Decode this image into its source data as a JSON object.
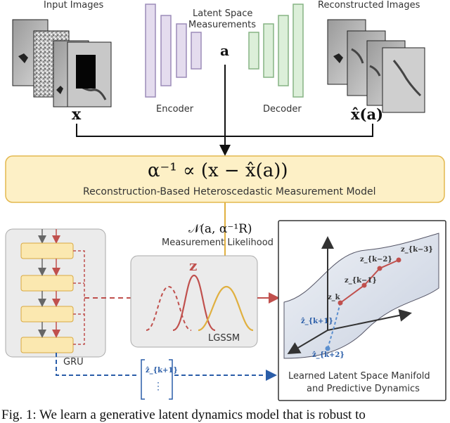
{
  "labels": {
    "input_images": "Input Images",
    "latent_space": "Latent Space",
    "measurements": "Measurements",
    "reconstructed_images": "Reconstructed Images",
    "encoder": "Encoder",
    "decoder": "Decoder",
    "var_x": "x",
    "var_a": "a",
    "var_xhat": "x̂(a)",
    "model_formula": "α⁻¹ ∝ (x − x̂(a))",
    "model_name": "Reconstruction-Based Heteroscedastic Measurement Model",
    "likelihood_formula": "𝒩(a, α⁻¹R)",
    "likelihood_label": "Measurement Likelihood",
    "z_label": "z",
    "lgssm": "LGSSM",
    "gru": "GRU",
    "manifold_line1": "Learned Latent Space Manifold",
    "manifold_line2": "and Predictive Dynamics",
    "z_km3": "z_{k−3}",
    "z_km2": "z_{k−2}",
    "z_km1": "z_{k−1}",
    "z_k": "z_k",
    "zhat_k1": "ẑ_{k+1}",
    "zhat_k2": "ẑ_{k+2}",
    "vec_top": "ẑ_{k+1}",
    "vec_dots": "⋮",
    "caption": "Fig. 1: We learn a generative latent dynamics model that is robust to"
  },
  "colors": {
    "encoder_fill": "#e4dcee",
    "encoder_stroke": "#9c8cb8",
    "decoder_fill": "#dcefd9",
    "decoder_stroke": "#86b384",
    "model_fill": "#fdf0c6",
    "model_stroke": "#e3b84f",
    "red": "#c0504d",
    "gold": "#e0b040",
    "blue": "#2a5da8",
    "gray_box": "#ebebeb",
    "gru_cell_fill": "#fbe8b0"
  }
}
